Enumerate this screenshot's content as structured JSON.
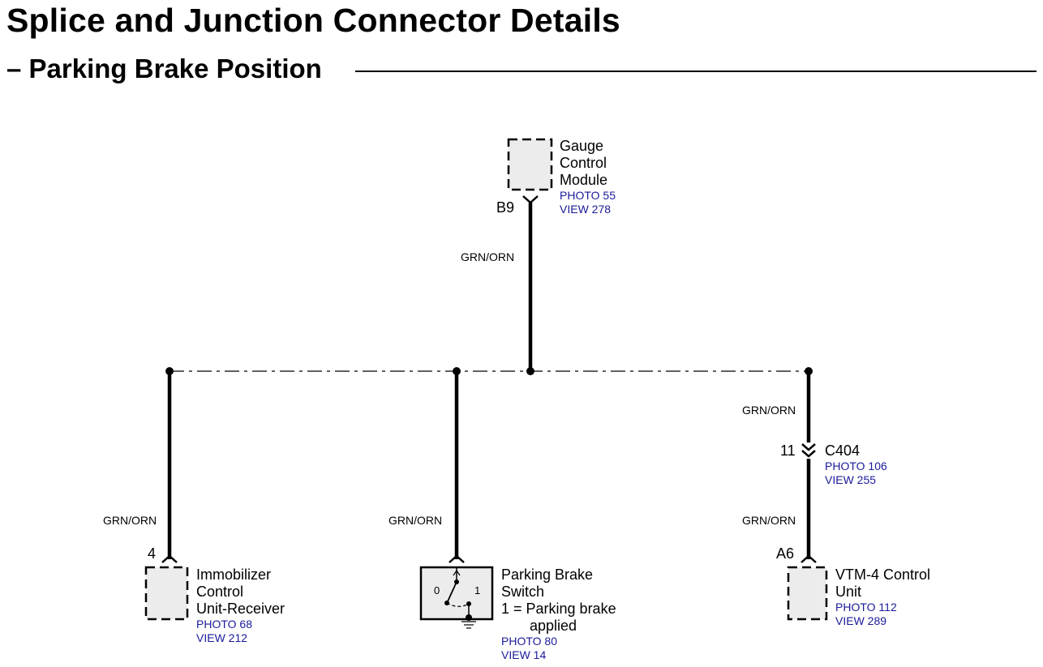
{
  "header": {
    "title": "Splice and Junction Connector Details",
    "subtitle": "– Parking Brake Position"
  },
  "components": {
    "gcm": {
      "name_lines": [
        "Gauge",
        "Control",
        "Module"
      ],
      "photo": "PHOTO 55",
      "view": "VIEW 278",
      "pin": "B9"
    },
    "icu": {
      "name_lines": [
        "Immobilizer",
        "Control",
        "Unit-Receiver"
      ],
      "photo": "PHOTO 68",
      "view": "VIEW 212",
      "pin": "4"
    },
    "pbs": {
      "name_lines": [
        "Parking Brake",
        "Switch",
        "1 = Parking brake",
        "applied"
      ],
      "photo": "PHOTO 80",
      "view": "VIEW 14",
      "pos0": "0",
      "pos1": "1"
    },
    "vtm": {
      "name_lines": [
        "VTM-4 Control",
        "Unit"
      ],
      "photo": "PHOTO 112",
      "view": "VIEW 289",
      "pin": "A6"
    },
    "c404": {
      "name": "C404",
      "pin": "11",
      "photo": "PHOTO 106",
      "view": "VIEW 255"
    }
  },
  "wires": {
    "gcm": "GRN/ORN",
    "icu": "GRN/ORN",
    "pbs": "GRN/ORN",
    "vtm_upper": "GRN/ORN",
    "vtm_lower": "GRN/ORN"
  },
  "colors": {
    "reference_text": "#1a1a9a",
    "component_fill": "#ececec"
  }
}
